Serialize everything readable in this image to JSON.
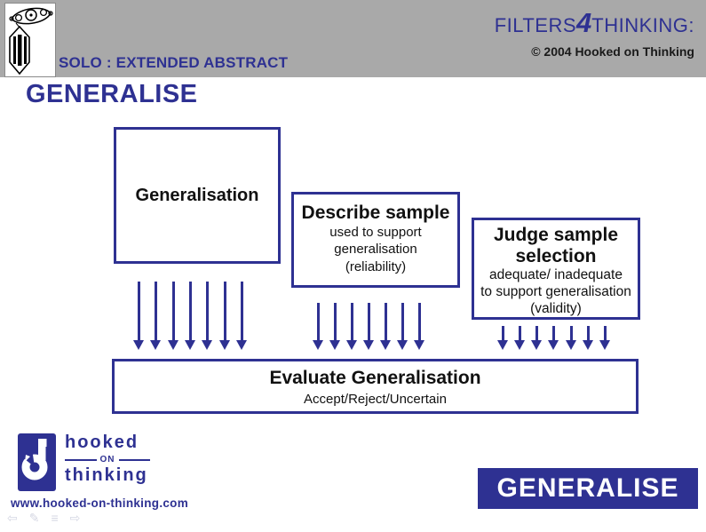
{
  "header": {
    "solo_label": "SOLO : EXTENDED ABSTRACT",
    "brand": {
      "pre": "FILTERS",
      "num": "4",
      "post": "THINKING:"
    },
    "copyright": "© 2004 Hooked on Thinking"
  },
  "title": "GENERALISE",
  "diagram": {
    "generalisation_box": {
      "title": "Generalisation"
    },
    "describe_box": {
      "title": "Describe sample",
      "line1": "used to support",
      "line2": "generalisation",
      "line3": "(reliability)"
    },
    "judge_box": {
      "title": "Judge sample selection",
      "line1": "adequate/ inadequate",
      "line2": "to support generalisation",
      "line3": "(validity)"
    },
    "evaluate_box": {
      "title": "Evaluate Generalisation",
      "subtitle": "Accept/Reject/Uncertain"
    },
    "arrow_groups": [
      {
        "name": "arrows-from-generalisation",
        "count": 7
      },
      {
        "name": "arrows-from-describe",
        "count": 7
      },
      {
        "name": "arrows-from-judge",
        "count": 7
      }
    ]
  },
  "footer": {
    "logo": {
      "line1": "hooked",
      "line2": "on",
      "line3": "thinking"
    },
    "website": "www.hooked-on-thinking.com",
    "badge": "GENERALISE"
  },
  "presenter_controls": {
    "icons": [
      {
        "name": "back-arrow-icon",
        "glyph": "⇦"
      },
      {
        "name": "pen-icon",
        "glyph": "✎"
      },
      {
        "name": "menu-icon",
        "glyph": "≡"
      },
      {
        "name": "forward-arrow-icon",
        "glyph": "⇨"
      }
    ]
  },
  "colors": {
    "brand_blue": "#2e3192",
    "header_gray": "#a9a9a9"
  }
}
